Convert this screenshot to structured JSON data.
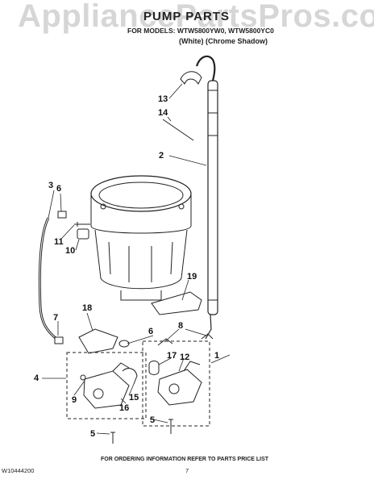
{
  "watermark": "AppliancePartsPros.com",
  "header": {
    "title": "PUMP PARTS",
    "models": "FOR MODELS: WTW5800YW0, WTW5800YC0",
    "colors": "(White)   (Chrome Shadow)"
  },
  "callouts": {
    "n1": "1",
    "n2": "2",
    "n3": "3",
    "n4": "4",
    "n5a": "5",
    "n5b": "5",
    "n6a": "6",
    "n6b": "6",
    "n7": "7",
    "n8": "8",
    "n9": "9",
    "n10": "10",
    "n11": "11",
    "n12": "12",
    "n13": "13",
    "n14": "14",
    "n15": "15",
    "n16": "16",
    "n17": "17",
    "n18": "18",
    "n19": "19"
  },
  "footer": {
    "info": "FOR ORDERING INFORMATION REFER TO PARTS PRICE LIST",
    "code": "W10444200",
    "page": "7"
  }
}
